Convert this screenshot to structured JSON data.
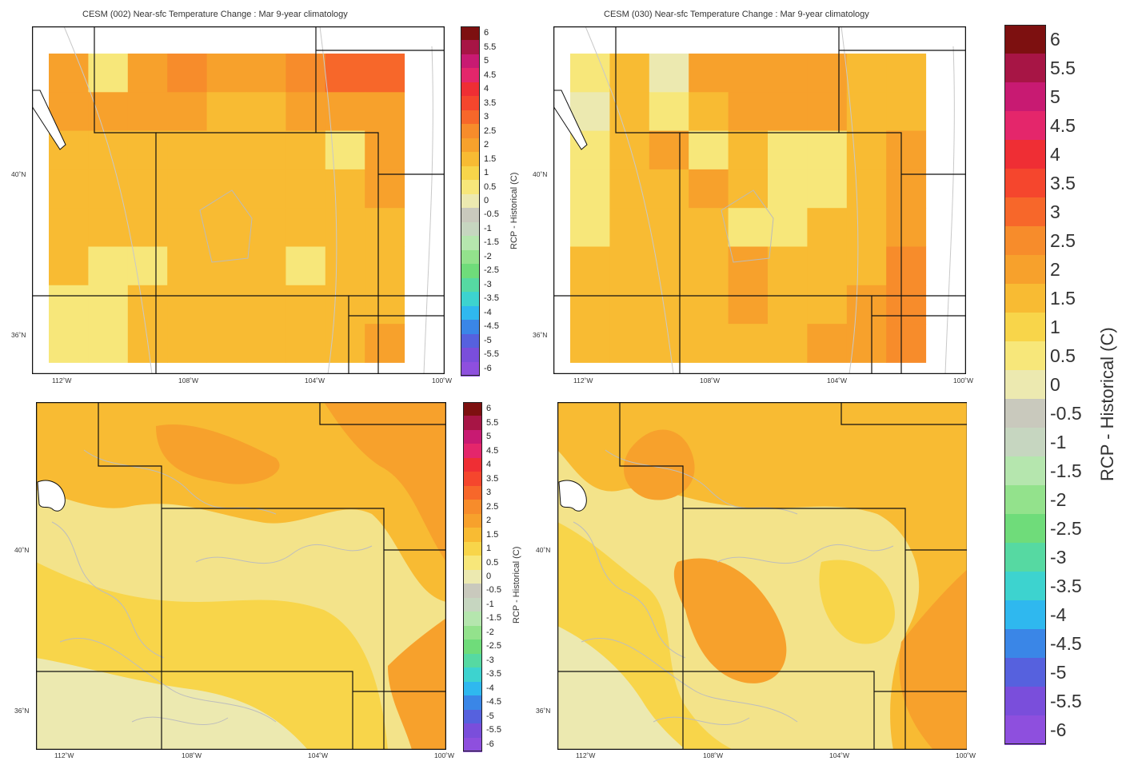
{
  "panels": [
    {
      "id": "p1",
      "title": "CESM (002) Near-sfc Temperature Change : Mar 9-year climatology"
    },
    {
      "id": "p2",
      "title": "CESM (030) Near-sfc Temperature Change : Mar 9-year climatology"
    },
    {
      "id": "p3",
      "title": ""
    },
    {
      "id": "p4",
      "title": ""
    }
  ],
  "axes": {
    "lon_labels": [
      "112˚W",
      "108˚W",
      "104˚W",
      "100˚W"
    ],
    "lat_labels": [
      "40˚N",
      "36˚N"
    ]
  },
  "colorbar": {
    "title": "RCP - Historical (C)",
    "ticks": [
      "6",
      "5.5",
      "5",
      "4.5",
      "4",
      "3.5",
      "3",
      "2.5",
      "2",
      "1.5",
      "1",
      "0.5",
      "0",
      "-0.5",
      "-1",
      "-1.5",
      "-2",
      "-2.5",
      "-3",
      "-3.5",
      "-4",
      "-4.5",
      "-5",
      "-5.5",
      "-6"
    ],
    "colors": [
      "#7d1010",
      "#a71545",
      "#c81a72",
      "#e4266b",
      "#ef2e34",
      "#f5462d",
      "#f7672a",
      "#f78c2b",
      "#f7a12c",
      "#f8bb33",
      "#f8d54a",
      "#f7e77a",
      "#ece9b0",
      "#c9c9bd",
      "#c6d6c0",
      "#b5e6ae",
      "#93e28c",
      "#6fdc7a",
      "#56d9a2",
      "#3dd3cf",
      "#2fb8ef",
      "#3a86e7",
      "#5661de",
      "#7a4edb",
      "#8e4fde"
    ]
  },
  "colors": {
    "border": "#111111",
    "contour": "#b8b8b8"
  }
}
